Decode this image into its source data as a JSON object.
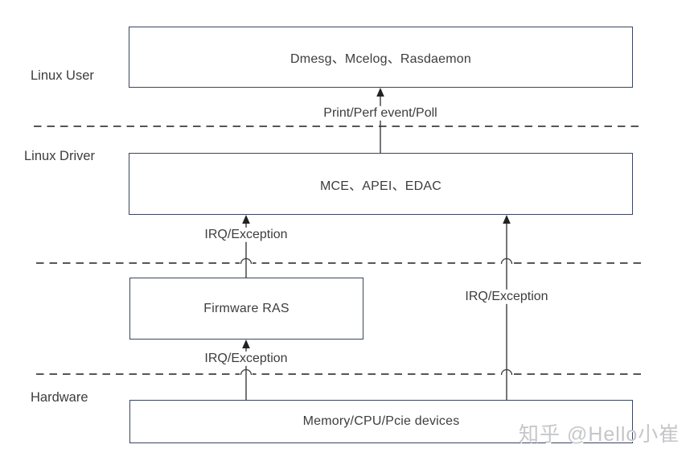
{
  "layer_labels": [
    {
      "label": "Linux User"
    },
    {
      "label": "Linux Driver"
    },
    {
      "label": "Hardware"
    }
  ],
  "boxes": [
    {
      "name": "linux-user-tools",
      "label": "Dmesg、Mcelog、Rasdaemon"
    },
    {
      "name": "linux-driver-subsystems",
      "label": "MCE、APEI、EDAC"
    },
    {
      "name": "firmware-ras",
      "label": "Firmware RAS"
    },
    {
      "name": "hardware-devices",
      "label": "Memory/CPU/Pcie devices"
    }
  ],
  "edge_labels": [
    {
      "label": "Print/Perf event/Poll"
    },
    {
      "label": "IRQ/Exception"
    },
    {
      "label": "IRQ/Exception"
    },
    {
      "label": "IRQ/Exception"
    }
  ],
  "watermark": {
    "text": "知乎 @Hello小崔"
  },
  "colors": {
    "background": "#ffffff",
    "box_border": "#39455e",
    "line": "#3b3b3b",
    "dashed_line": "#3f3f3f",
    "text": "#3d3d3d",
    "watermark": "#c6c6ca"
  }
}
